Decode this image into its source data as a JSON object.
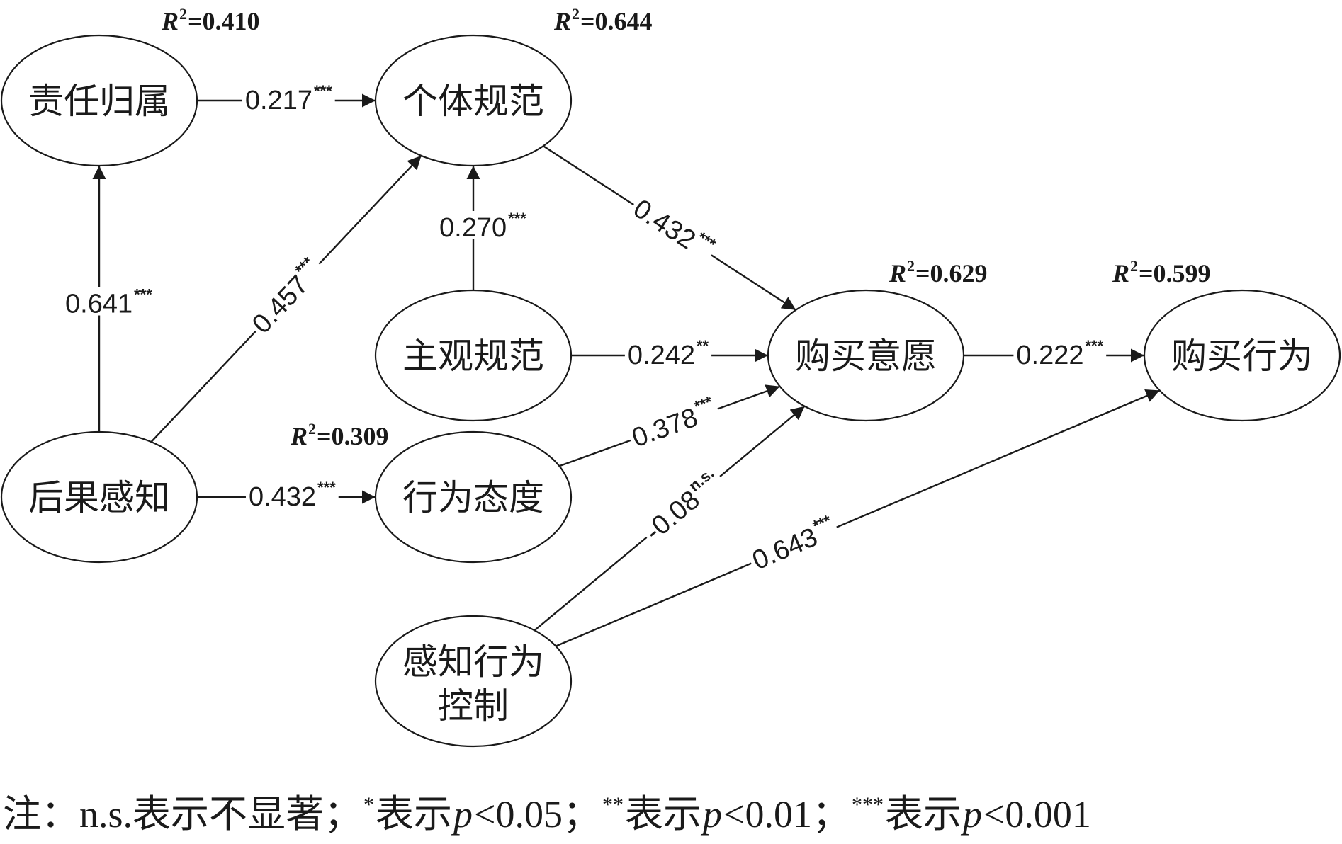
{
  "nodes": [
    {
      "id": "responsibility",
      "label": "责任归属"
    },
    {
      "id": "personal_norm",
      "label": "个体规范"
    },
    {
      "id": "subjective_norm",
      "label": "主观规范"
    },
    {
      "id": "consequence",
      "label": "后果感知"
    },
    {
      "id": "attitude",
      "label": "行为态度"
    },
    {
      "id": "intention",
      "label": "购买意愿"
    },
    {
      "id": "behavior",
      "label": "购买行为"
    },
    {
      "id": "pbc",
      "label": "感知行为",
      "label2": "控制"
    }
  ],
  "edges": [
    {
      "from": "responsibility",
      "to": "personal_norm",
      "coef": "0.217",
      "sig": "***"
    },
    {
      "from": "consequence",
      "to": "responsibility",
      "coef": "0.641",
      "sig": "***"
    },
    {
      "from": "consequence",
      "to": "personal_norm",
      "coef": "0.457",
      "sig": "***"
    },
    {
      "from": "subjective_norm",
      "to": "personal_norm",
      "coef": "0.270",
      "sig": "***"
    },
    {
      "from": "personal_norm",
      "to": "intention",
      "coef": "0.432",
      "sig": "***"
    },
    {
      "from": "subjective_norm",
      "to": "intention",
      "coef": "0.242",
      "sig": "**"
    },
    {
      "from": "consequence",
      "to": "attitude",
      "coef": "0.432",
      "sig": "***"
    },
    {
      "from": "attitude",
      "to": "intention",
      "coef": "0.378",
      "sig": "***"
    },
    {
      "from": "pbc",
      "to": "intention",
      "coef": "-0.08",
      "sig": "n.s."
    },
    {
      "from": "intention",
      "to": "behavior",
      "coef": "0.222",
      "sig": "***"
    },
    {
      "from": "pbc",
      "to": "behavior",
      "coef": "0.643",
      "sig": "***"
    }
  ],
  "r_squared": [
    {
      "node": "responsibility",
      "label": "R",
      "sup": "2",
      "value": "=0.410"
    },
    {
      "node": "personal_norm",
      "label": "R",
      "sup": "2",
      "value": "=0.644"
    },
    {
      "node": "intention",
      "label": "R",
      "sup": "2",
      "value": "=0.629"
    },
    {
      "node": "behavior",
      "label": "R",
      "sup": "2",
      "value": "=0.599"
    },
    {
      "node": "attitude",
      "label": "R",
      "sup": "2",
      "value": "=0.309"
    }
  ],
  "note": {
    "prefix": "注：n.s.表示不显著；",
    "s1_sup": "*",
    "s1_text": "表示",
    "s1_p": "p",
    "s1_val": "<0.05；",
    "s2_sup": "**",
    "s2_text": "表示",
    "s2_p": "p",
    "s2_val": "<0.01；",
    "s3_sup": "***",
    "s3_text": "表示",
    "s3_p": "p",
    "s3_val": "<0.001"
  }
}
